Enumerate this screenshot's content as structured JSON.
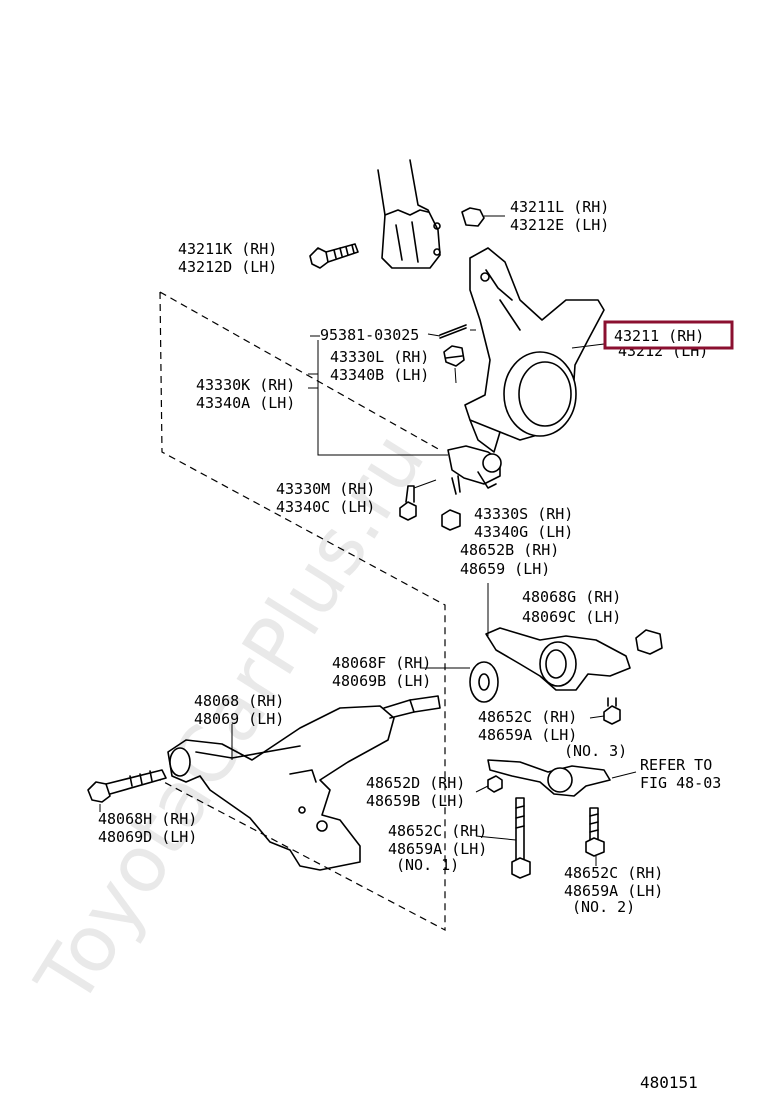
{
  "watermark": "ToyotaCarPlus.ru",
  "diagram_id": "480151",
  "highlight_color": "#8b1030",
  "labels": {
    "p43211L": "43211L (RH)",
    "p43212E": "43212E (LH)",
    "p43211K": "43211K (RH)",
    "p43212D": "43212D (LH)",
    "p95381": "95381-03025",
    "p43330L": "43330L (RH)",
    "p43340B": "43340B (LH)",
    "p43330K": "43330K (RH)",
    "p43340A": "43340A (LH)",
    "p43211": "43211 (RH)",
    "p43212": "43212 (LH)",
    "p43330M": "43330M (RH)",
    "p43340C": "43340C (LH)",
    "p43330S": "43330S (RH)",
    "p43340G": "43340G (LH)",
    "p48652B": "48652B (RH)",
    "p48659": "48659   (LH)",
    "p48068G": "48068G (RH)",
    "p48069C": "48069C (LH)",
    "p48068F": "48068F (RH)",
    "p48069B": "48069B (LH)",
    "p48068": "48068 (RH)",
    "p48069": "48069 (LH)",
    "p48652C_a": "48652C (RH)",
    "p48659A_a": "48659A (LH)",
    "no3": "(NO. 3)",
    "refer1": "REFER TO",
    "refer2": "FIG 48-03",
    "p48068H": "48068H (RH)",
    "p48069D": "48069D (LH)",
    "p48652D": "48652D (RH)",
    "p48659B": "48659B (LH)",
    "p48652C_b": "48652C (RH)",
    "p48659A_b": "48659A (LH)",
    "no1": "(NO. 1)",
    "p48652C_c": "48652C (RH)",
    "p48659A_c": "48659A (LH)",
    "no2": "(NO. 2)"
  }
}
